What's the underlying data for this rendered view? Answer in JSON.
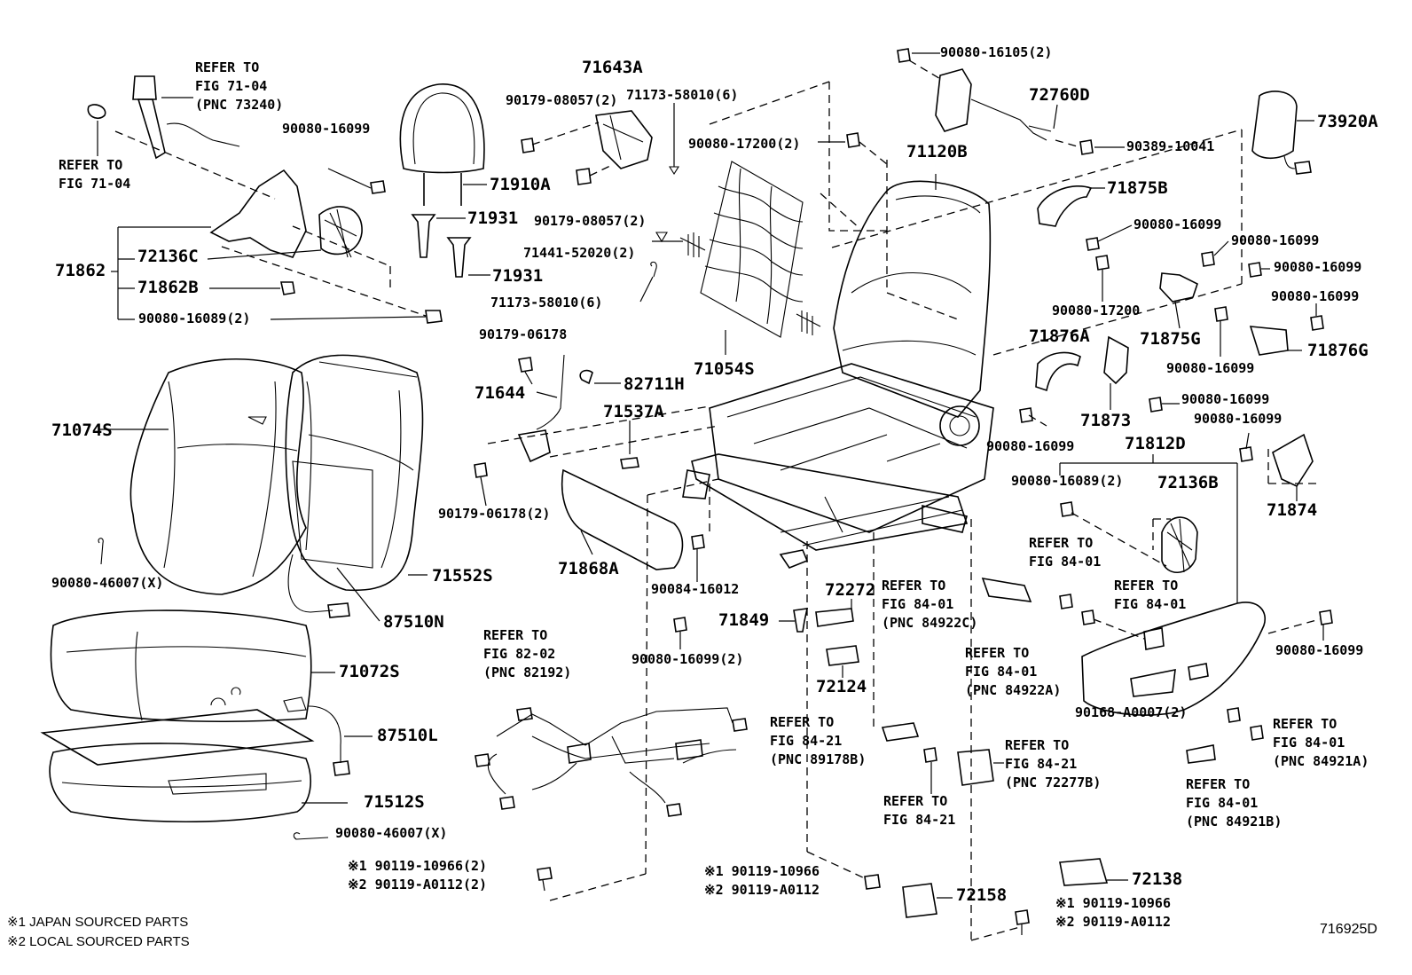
{
  "figure_id": "716925D",
  "footnotes": [
    "※1 JAPAN SOURCED PARTS",
    "※2 LOCAL SOURCED PARTS"
  ],
  "labels": {
    "p71643A": "71643A",
    "p90179_08057_a": "90179-08057(2)",
    "p71173_58010_a": "71173-58010(6)",
    "p90179_08057_b": "90179-08057(2)",
    "p90080_17200_2": "90080-17200(2)",
    "p71120B": "71120B",
    "p90080_16105": "90080-16105(2)",
    "p72760D": "72760D",
    "p90389_10041": "90389-10041",
    "p73920A": "73920A",
    "p71875B": "71875B",
    "p90080_16099_rb1": "90080-16099",
    "p90080_16099_rb2": "90080-16099",
    "p90080_16099_rb3": "90080-16099",
    "p90080_16099_rb4": "90080-16099",
    "p90080_17200": "90080-17200",
    "p71875G": "71875G",
    "p71876G": "71876G",
    "p90080_16099_rb5": "90080-16099",
    "p71876A": "71876A",
    "p71873": "71873",
    "p90080_16099_rb6": "90080-16099",
    "p90080_16099_rb7": "90080-16099",
    "p90080_16099_rb8": "90080-16099",
    "p71812D": "71812D",
    "p90080_16089_r": "90080-16089(2)",
    "p72136B": "72136B",
    "p71874": "71874",
    "p90080_16099_rb9": "90080-16099",
    "p90168_A0007": "90168-A0007(2)",
    "p90080_16099_tl": "90080-16099",
    "p71910A": "71910A",
    "p71931_a": "71931",
    "p71931_b": "71931",
    "p71441_52020": "71441-52020(2)",
    "p71173_58010_b": "71173-58010(6)",
    "p71862": "71862",
    "p72136C": "72136C",
    "p71862B": "71862B",
    "p90080_16089_l": "90080-16089(2)",
    "p90179_06178": "90179-06178",
    "p71644": "71644",
    "p82711H": "82711H",
    "p71537A": "71537A",
    "p71054S": "71054S",
    "p90179_06178_2": "90179-06178(2)",
    "p71074S": "71074S",
    "p90080_46007_a": "90080-46007(X)",
    "p71552S": "71552S",
    "p87510N": "87510N",
    "p71868A": "71868A",
    "p90084_16012": "90084-16012",
    "p71849": "71849",
    "p72272": "72272",
    "p72124": "72124",
    "p90080_16099_2": "90080-16099(2)",
    "p71072S": "71072S",
    "p87510L": "87510L",
    "p71512S": "71512S",
    "p90080_46007_b": "90080-46007(X)",
    "p72158": "72158",
    "p72138": "72138"
  },
  "refer_blocks": {
    "r_fig71_04_a": "REFER TO\nFIG 71-04\n(PNC 73240)",
    "r_fig71_04_b": "REFER TO\nFIG 71-04",
    "r_fig84_01_a": "REFER TO\nFIG 84-01",
    "r_fig84_01_b": "REFER TO\nFIG 84-01",
    "r_fig84_01_c": "REFER TO\nFIG 84-01\n(PNC 84922C)",
    "r_fig84_01_d": "REFER TO\nFIG 84-01\n(PNC 84922A)",
    "r_fig82_02": "REFER TO\nFIG 82-02\n(PNC 82192)",
    "r_fig84_21_a": "REFER TO\nFIG 84-21\n(PNC 89178B)",
    "r_fig84_21_b": "REFER TO\nFIG 84-21\n(PNC 72277B)",
    "r_fig84_21_c": "REFER TO\nFIG 84-21",
    "r_fig84_01_e": "REFER TO\nFIG 84-01\n(PNC 84921A)",
    "r_fig84_01_f": "REFER TO\nFIG 84-01\n(PNC 84921B)"
  },
  "bolt_notes": {
    "b1": "※1 90119-10966(2)\n※2 90119-A0112(2)",
    "b2": "※1 90119-10966\n※2 90119-A0112",
    "b3": "※1 90119-10966\n※2 90119-A0112"
  }
}
